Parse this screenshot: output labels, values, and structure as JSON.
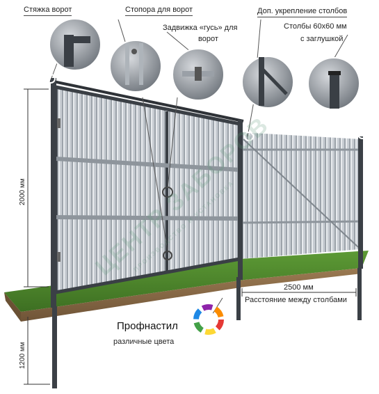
{
  "labels": {
    "tie": "Стяжка ворот",
    "stoppers": "Стопора для ворот",
    "latch": "Задвижка «гусь» для ворот",
    "latch_line1": "Задвижка «гусь» для",
    "latch_line2": "ворот",
    "reinforce": "Доп. укрепление столбов",
    "posts_line1": "Столбы 60х60 мм",
    "posts_line2": "с заглушкой",
    "height_gate": "2000 мм",
    "height_post": "1200 мм",
    "span": "2500 мм",
    "span_desc": "Расстояние между  столбами",
    "profnastil": "Профнастил",
    "colors": "различные цвета"
  },
  "watermark": {
    "line1": "ЦЕНТР ЗАБОРОВ",
    "line2": "ПРОИЗВОДСТВО И УСТАНОВКА"
  },
  "colors": {
    "frame": "#3a3f45",
    "sheet_light": "#cfd3d8",
    "sheet_dark": "#9aa0a7",
    "grass": "#4f8a2e",
    "soil": "#8a6a45",
    "callout_bg": "#5c6168"
  }
}
